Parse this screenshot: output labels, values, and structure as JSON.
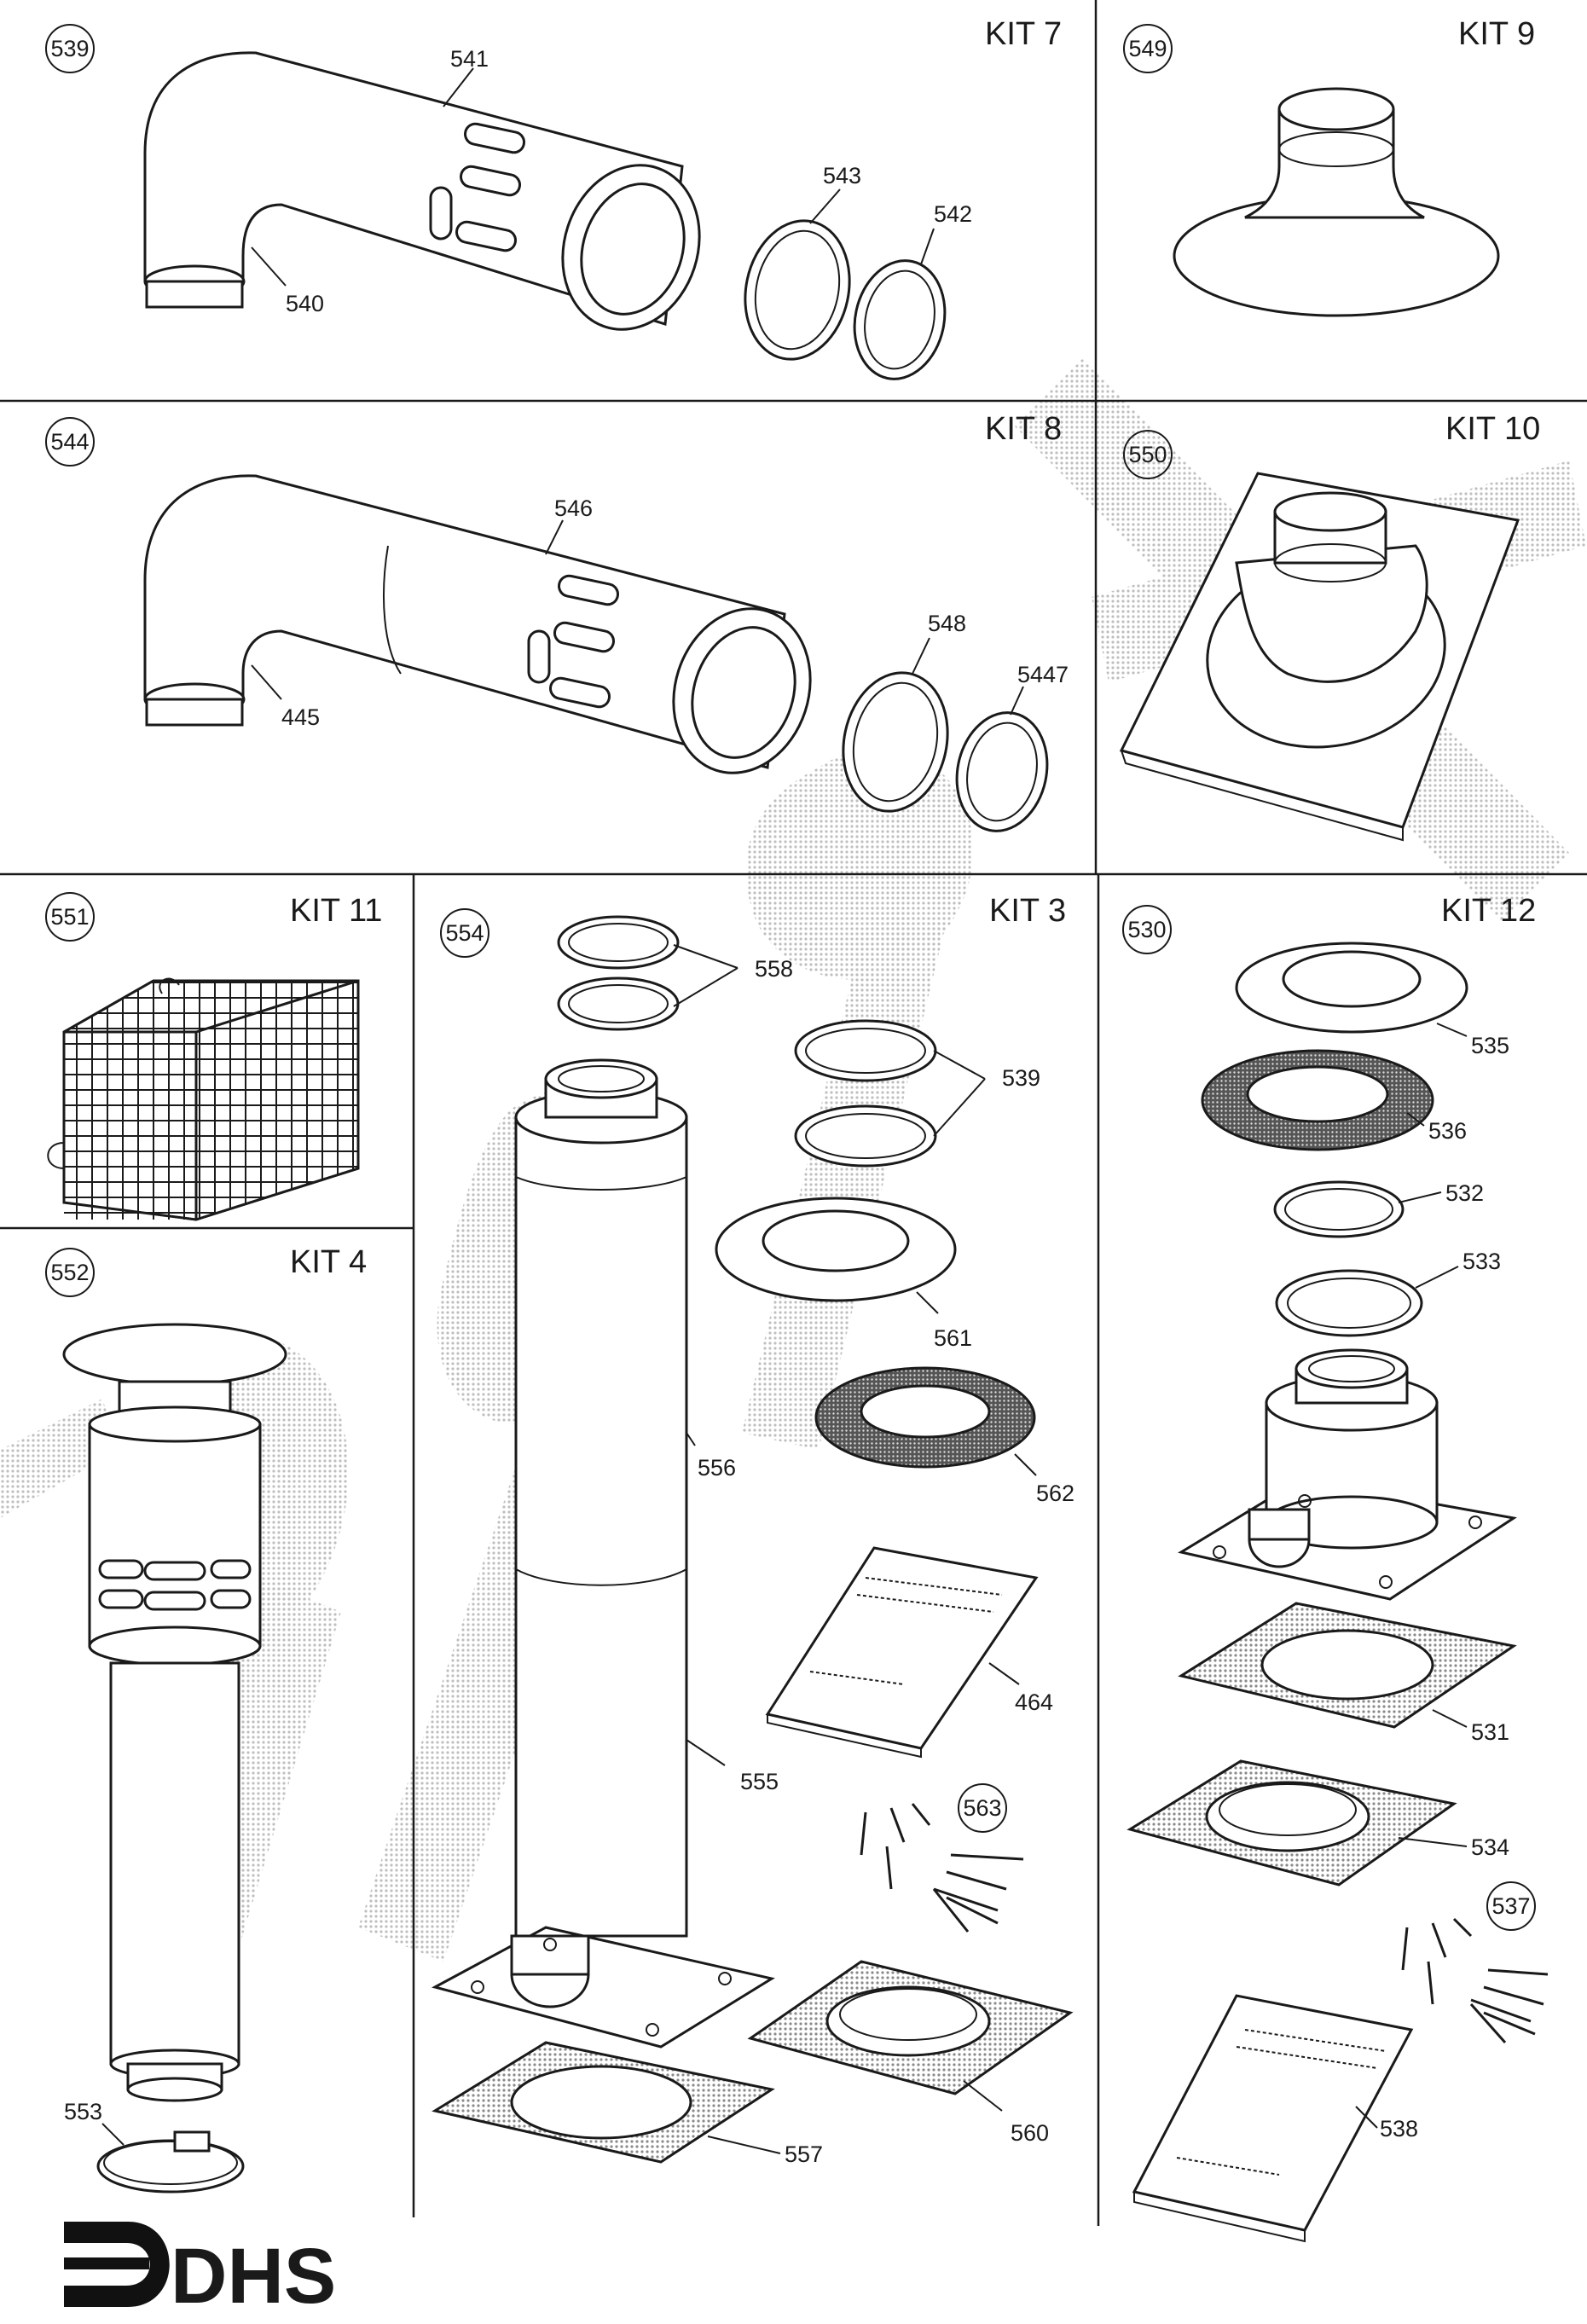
{
  "kits": {
    "kit7": "KIT 7",
    "kit9": "KIT 9",
    "kit8": "KIT 8",
    "kit10": "KIT 10",
    "kit11": "KIT 11",
    "kit3": "KIT 3",
    "kit12": "KIT 12",
    "kit4": "KIT 4"
  },
  "circled_refs": {
    "r539": "539",
    "r549": "549",
    "r544": "544",
    "r550": "550",
    "r551": "551",
    "r554": "554",
    "r530": "530",
    "r552": "552",
    "r563": "563",
    "r537": "537"
  },
  "part_numbers": {
    "p541": "541",
    "p540": "540",
    "p543": "543",
    "p542": "542",
    "p546": "546",
    "p445": "445",
    "p548": "548",
    "p5447": "5447",
    "p558": "558",
    "p539": "539",
    "p561": "561",
    "p556": "556",
    "p562": "562",
    "p464": "464",
    "p555": "555",
    "p557": "557",
    "p560": "560",
    "p535": "535",
    "p536": "536",
    "p532": "532",
    "p533": "533",
    "p531": "531",
    "p534": "534",
    "p538": "538",
    "p553": "553"
  },
  "logo": {
    "text": "DHS"
  },
  "colors": {
    "line": "#1a1a1a",
    "watermark": "#bdbdbd",
    "background": "#ffffff"
  }
}
